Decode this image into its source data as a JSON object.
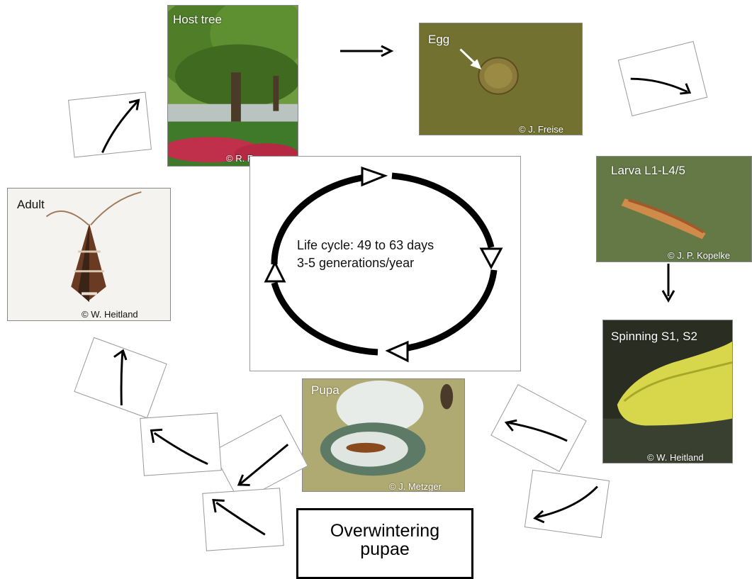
{
  "stages": {
    "host_tree": {
      "label": "Host tree",
      "credit": "© R. Rogers"
    },
    "egg": {
      "label": "Egg",
      "credit": "© J. Freise"
    },
    "larva": {
      "label": "Larva  L1-L4/5",
      "credit": "© J. P. Kopelke"
    },
    "spinning": {
      "label": "Spinning  S1, S2",
      "credit": "© W. Heitland"
    },
    "pupa": {
      "label": "Pupa",
      "credit": "© J. Metzger"
    },
    "adult": {
      "label": "Adult",
      "credit": "© W. Heitland"
    }
  },
  "center": {
    "line1": "Life cycle: 49 to 63 days",
    "line2": "3-5 generations/year"
  },
  "overwintering": {
    "line1": "Overwintering",
    "line2": "pupae"
  }
}
